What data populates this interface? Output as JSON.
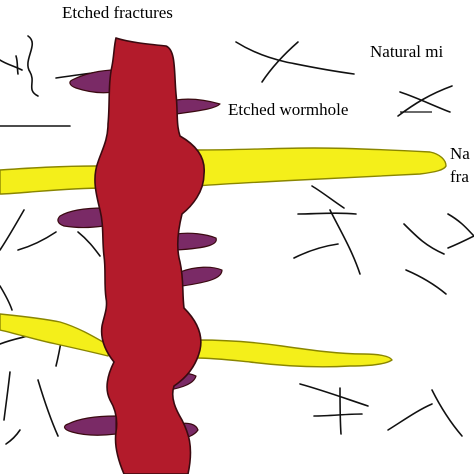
{
  "labels": {
    "etched_fractures": "Etched fractures",
    "natural_microfractures": "Natural mi",
    "etched_wormhole": "Etched wormhole",
    "natural_fractures_line1": "Na",
    "natural_fractures_line2": "fra"
  },
  "colors": {
    "wormhole_fill": "#b31b2b",
    "wormhole_stroke": "#3a0a10",
    "etched_fracture_fill": "#7a2a66",
    "natural_fracture_fill": "#f4ef1a",
    "natural_fracture_stroke": "#8a8600",
    "microfracture_stroke": "#111111",
    "background": "#ffffff"
  }
}
